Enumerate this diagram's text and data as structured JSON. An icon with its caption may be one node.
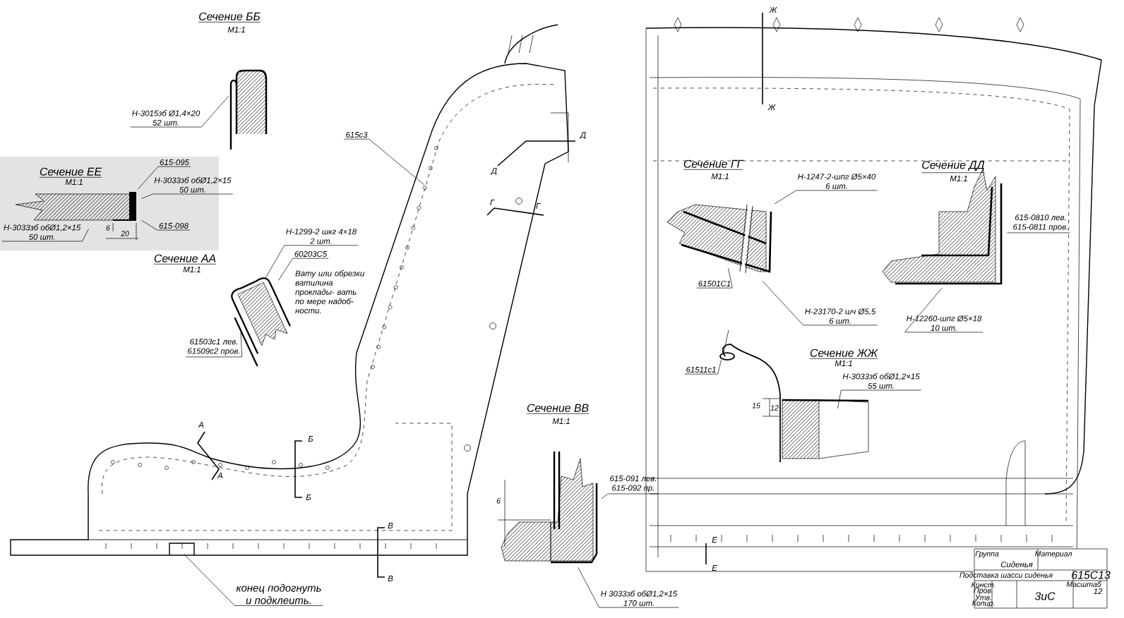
{
  "diagram": {
    "nodes": [
      {
        "text": [
          "Н-3015зб Ø1,4×20",
          "52 шт."
        ]
      },
      {
        "text": [
          "615-095"
        ]
      },
      {
        "text": [
          "Н-3033зб обØ1,2×15",
          "50 шт."
        ]
      },
      {
        "text": [
          "615-098"
        ]
      },
      {
        "text": [
          "Н-3033зб обØ1,2×15",
          "50 шт."
        ]
      },
      {
        "text": [
          "Н-1299-2 шкг 4×18",
          "2 шт."
        ]
      },
      {
        "text": [
          "60203С5"
        ]
      },
      {
        "text": [
          "61503с1 лев.",
          "61509с2 пров."
        ]
      },
      {
        "text": [
          "615с3"
        ]
      },
      {
        "text": [
          "конец подогнуть",
          "и подклеить."
        ]
      },
      {
        "text": [
          "Н-1247-2-шпг Ø5×40",
          "6 шт."
        ]
      },
      {
        "text": [
          "61501С1"
        ]
      },
      {
        "text": [
          "Н-23170-2 шч Ø5,5",
          "6 шт."
        ]
      },
      {
        "text": [
          "615-0810 лев.",
          "615-0811 пров."
        ]
      },
      {
        "text": [
          "Н-12260-шпг Ø5×18",
          "10 шт."
        ]
      },
      {
        "text": [
          "61511с1"
        ]
      },
      {
        "text": [
          "Н-3033зб обØ1,2×15",
          "55 шт."
        ]
      },
      {
        "text": [
          "615-091 лев.",
          "615-092 пр."
        ]
      },
      {
        "text": [
          "Н 3033зб обØ1,2×15",
          "170 шт."
        ]
      },
      {
        "text": [],
        "shape": "picture"
      },
      {
        "text": [],
        "shape": "picture"
      },
      {
        "text": [],
        "shape": "picture"
      },
      {
        "text": [],
        "shape": "picture"
      },
      {
        "text": [],
        "shape": "picture"
      },
      {
        "text": [],
        "shape": "picture"
      },
      {
        "text": [],
        "shape": "picture"
      },
      {
        "text": [],
        "shape": "picture"
      }
    ],
    "edges": [
      {
        "from": 0,
        "to": 19,
        "arrow": "none"
      },
      {
        "from": 1,
        "to": 20,
        "arrow": "none"
      },
      {
        "from": 2,
        "to": 20,
        "arrow": "none"
      },
      {
        "from": 3,
        "to": 20,
        "arrow": "none"
      },
      {
        "from": 4,
        "to": 20,
        "arrow": "none"
      },
      {
        "from": 5,
        "to": 21,
        "arrow": "none"
      },
      {
        "from": 6,
        "to": 21,
        "arrow": "none"
      },
      {
        "from": 7,
        "to": 21,
        "arrow": "none"
      },
      {
        "from": 8,
        "to": 26,
        "arrow": "none"
      },
      {
        "from": 9,
        "to": 26,
        "arrow": "none"
      },
      {
        "from": 10,
        "to": 22,
        "arrow": "none"
      },
      {
        "from": 11,
        "to": 22,
        "arrow": "none"
      },
      {
        "from": 12,
        "to": 22,
        "arrow": "none"
      },
      {
        "from": 13,
        "to": 23,
        "arrow": "none"
      },
      {
        "from": 14,
        "to": 23,
        "arrow": "none"
      },
      {
        "from": 15,
        "to": 24,
        "arrow": "none"
      },
      {
        "from": 16,
        "to": 24,
        "arrow": "none"
      },
      {
        "from": 17,
        "to": 25,
        "arrow": "none"
      },
      {
        "from": 18,
        "to": 25,
        "arrow": "none"
      }
    ],
    "labels": [
      "Сечение ББ",
      "М1:1",
      "Сечение ЕЕ",
      "М1:1",
      "Сечение АА",
      "М1:1",
      "Сечение ГГ",
      "М1:1",
      "Сечение ДД",
      "М1:1",
      "Сечение ЖЖ",
      "М1:1",
      "Сечение ВВ",
      "М1:1",
      "Вату или обрезки ватилина проклады- вать по мере надоб- ности.",
      "А",
      "А",
      "Б",
      "Б",
      "В",
      "В",
      "Г",
      "Г",
      "Д",
      "Д",
      "Е",
      "Е",
      "Ж",
      "Ж",
      "6",
      "20",
      "6",
      "15",
      "12",
      "Группа",
      "Сиденья",
      "Материал",
      "Подставка шасси сиденья",
      "615С13",
      "Масштаб",
      "12",
      "3иС",
      "Конст.",
      "Пров.",
      "Утв.",
      "Копир."
    ]
  }
}
